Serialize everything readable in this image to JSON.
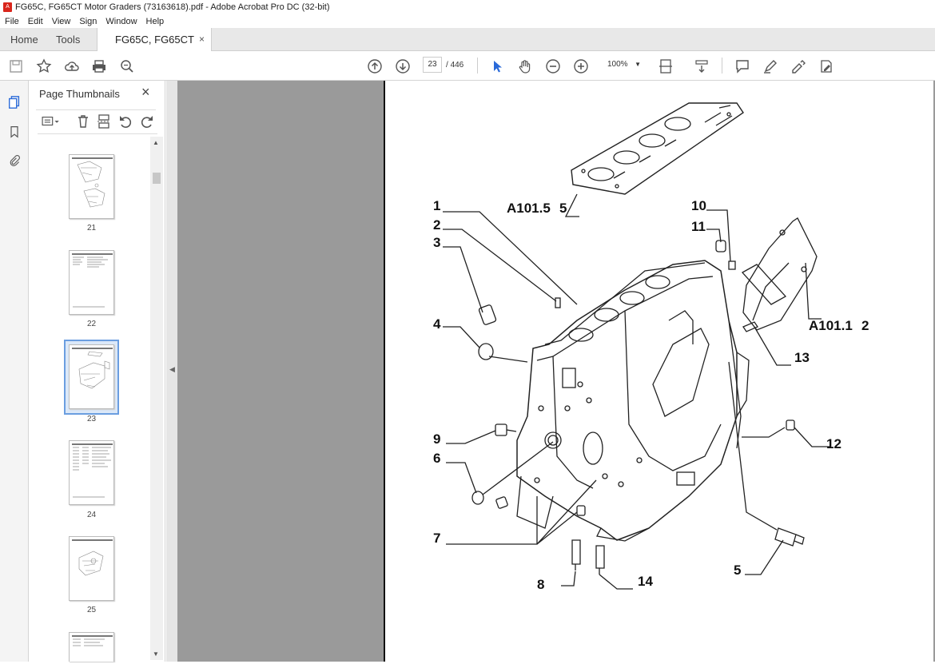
{
  "window": {
    "title": "FG65C, FG65CT Motor Graders (73163618).pdf - Adobe Acrobat Pro DC (32-bit)"
  },
  "menu": [
    "File",
    "Edit",
    "View",
    "Sign",
    "Window",
    "Help"
  ],
  "tabs": {
    "home": "Home",
    "tools": "Tools",
    "document": "FG65C, FG65CT M...",
    "close": "×"
  },
  "toolbar": {
    "current_page": "23",
    "page_separator": "/",
    "total_pages": "446",
    "zoom": "100%"
  },
  "panel": {
    "title": "Page Thumbnails",
    "close": "×"
  },
  "thumbnails": [
    {
      "label": "21"
    },
    {
      "label": "22"
    },
    {
      "label": "23"
    },
    {
      "label": "24"
    },
    {
      "label": "25"
    }
  ],
  "selected_thumbnail": "23",
  "diagram": {
    "ref_head": "A101.5",
    "ref_head_num": "5",
    "ref_plate": "A101.1",
    "ref_plate_num": "2",
    "callouts": [
      "1",
      "2",
      "3",
      "4",
      "9",
      "6",
      "7",
      "8",
      "14",
      "10",
      "11",
      "13",
      "12",
      "5"
    ]
  }
}
